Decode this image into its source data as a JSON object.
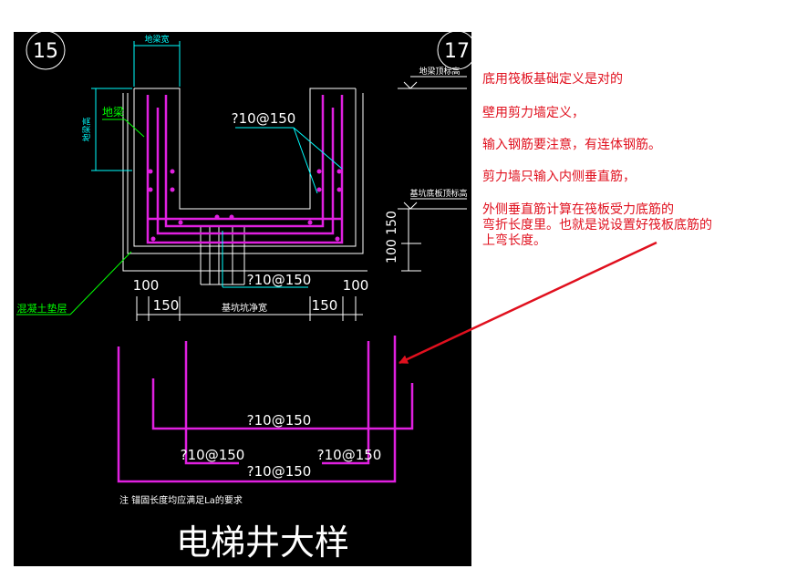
{
  "colors": {
    "background": "#ffffff",
    "cad_background": "#000000",
    "rebar": "#e020e0",
    "annotation": "#ffffff",
    "dimension": "#00ffff",
    "leader": "#00ff00",
    "note_text": "#e0101e",
    "arrow": "#e0101e"
  },
  "diagram": {
    "title": "电梯井大样",
    "axis_left": "15",
    "axis_right": "17",
    "label_beam_width": "地梁宽",
    "label_beam_height": "地梁高",
    "label_beam": "地梁",
    "label_beam_top_elev": "地梁顶标高",
    "label_pit_bottom_elev": "基坑底板顶标高",
    "label_concrete_cushion": "混凝土垫层",
    "label_pit_net_width": "基坑坑净宽",
    "rebar_spec": "?10@150",
    "dim_100": "100",
    "dim_150": "150",
    "dim_100_150": "100 150",
    "footnote": "注 锚固长度均应满足La的要求"
  },
  "notes": [
    "底用筏板基础定义是对的",
    "壁用剪力墙定义，",
    "输入钢筋要注意，有连体钢筋。",
    "剪力墙只输入内侧垂直筋，",
    "外侧垂直筋计算在筏板受力底筋的\n弯折长度里。也就是说设置好筏板底筋的\n上弯长度。"
  ]
}
